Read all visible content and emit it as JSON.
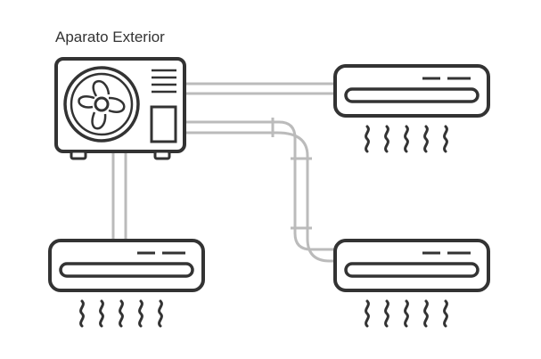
{
  "outdoor_unit": {
    "label": "Aparato Exterior"
  },
  "colors": {
    "stroke": "#333333",
    "pipe": "#bbbbbb",
    "background": "#ffffff"
  },
  "icons": {
    "outdoor_unit": "outdoor-ac-unit-icon",
    "indoor_unit": "split-ac-indoor-unit-icon",
    "airflow": "airflow-waves-icon"
  },
  "indoor_units": [
    {
      "id": "top-right"
    },
    {
      "id": "bottom-left"
    },
    {
      "id": "bottom-right"
    }
  ]
}
